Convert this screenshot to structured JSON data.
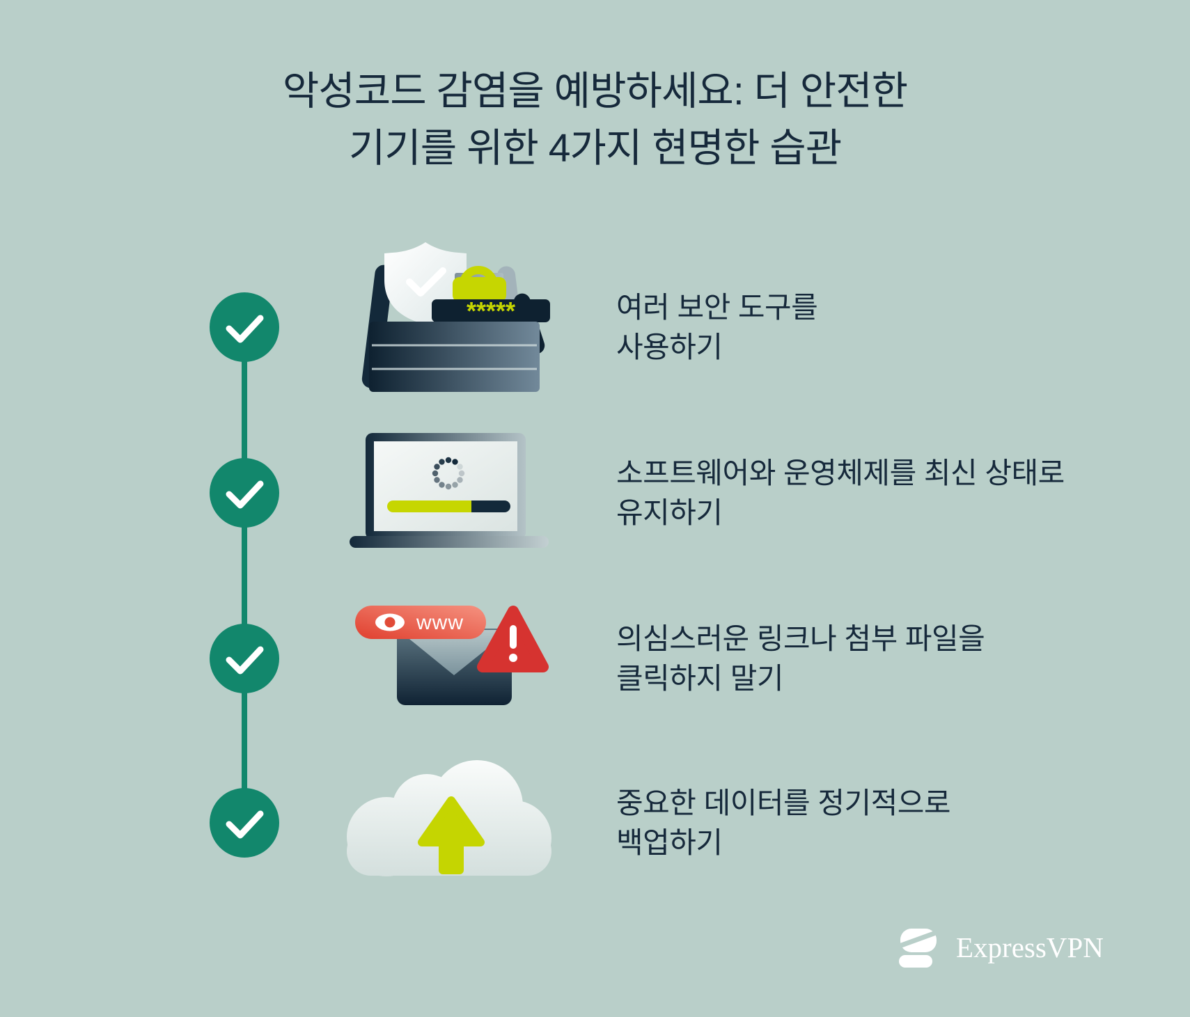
{
  "background_color": "#b9cfc9",
  "colors": {
    "text_navy": "#16293b",
    "check_green": "#12876c",
    "lime": "#c6d601",
    "alert_red": "#d63330",
    "pill_coral_start": "#e0402f",
    "pill_coral_end": "#f59280",
    "white": "#ffffff"
  },
  "title": {
    "line1": "악성코드 감염을 예방하세요: 더 안전한",
    "line2": "기기를 위한 4가지 현명한 습관"
  },
  "items": [
    {
      "icon": "security-toolbox-icon",
      "line1": "여러 보안 도구를",
      "line2": "사용하기"
    },
    {
      "icon": "software-update-laptop-icon",
      "line1": "소프트웨어와 운영체제를 최신 상태로",
      "line2": "유지하기"
    },
    {
      "icon": "suspicious-email-icon",
      "line1": "의심스러운 링크나 첨부 파일을",
      "line2": "클릭하지 말기"
    },
    {
      "icon": "cloud-backup-icon",
      "line1": "중요한 데이터를 정기적으로",
      "line2": "백업하기"
    }
  ],
  "icon_text": {
    "password_mask": "*****",
    "url_label": "www"
  },
  "brand": {
    "wordmark": "ExpressVPN"
  }
}
